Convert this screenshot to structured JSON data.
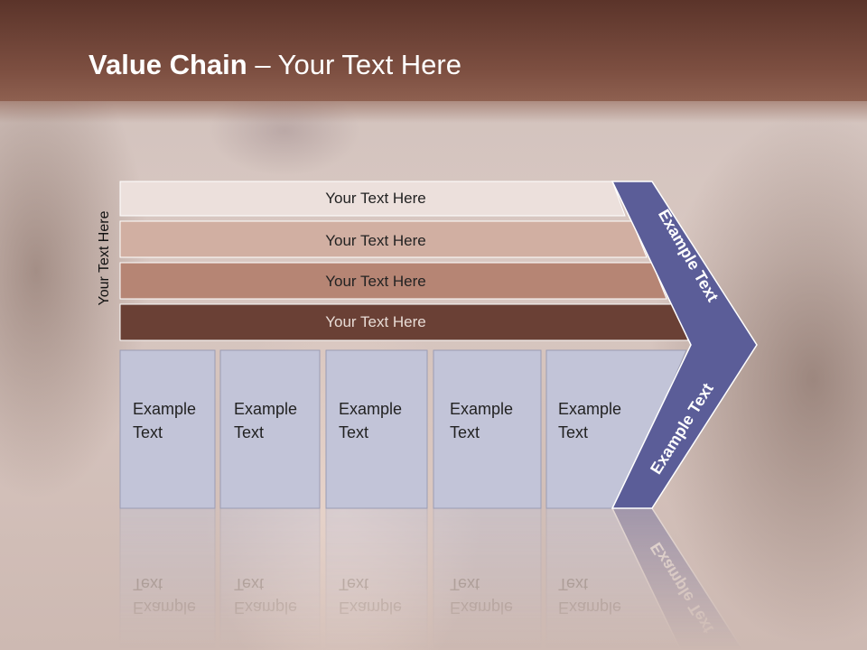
{
  "slide": {
    "title_bold": "Value Chain",
    "title_rest": " – Your Text Here",
    "vertical_label": "Your Text Here"
  },
  "bands": [
    {
      "label": "Your Text Here",
      "fill": "#ece0dc",
      "text_color": "#222222"
    },
    {
      "label": "Your Text Here",
      "fill": "#d1afa2",
      "text_color": "#222222"
    },
    {
      "label": "Your Text Here",
      "fill": "#b68574",
      "text_color": "#222222"
    },
    {
      "label": "Your Text Here",
      "fill": "#6a4035",
      "text_color": "#e8dcd6"
    }
  ],
  "boxes": [
    {
      "line1": "Example",
      "line2": "Text"
    },
    {
      "line1": "Example",
      "line2": "Text"
    },
    {
      "line1": "Example",
      "line2": "Text"
    },
    {
      "line1": "Example",
      "line2": "Text"
    },
    {
      "line1": "Example",
      "line2": "Text"
    }
  ],
  "chevron": {
    "upper_label": "Example Text",
    "lower_label": "Example Text",
    "fill": "#5b5d98"
  },
  "colors": {
    "header": "#6e4538",
    "box_fill": "#c2c4d8",
    "box_stroke": "#9a9cb4"
  }
}
